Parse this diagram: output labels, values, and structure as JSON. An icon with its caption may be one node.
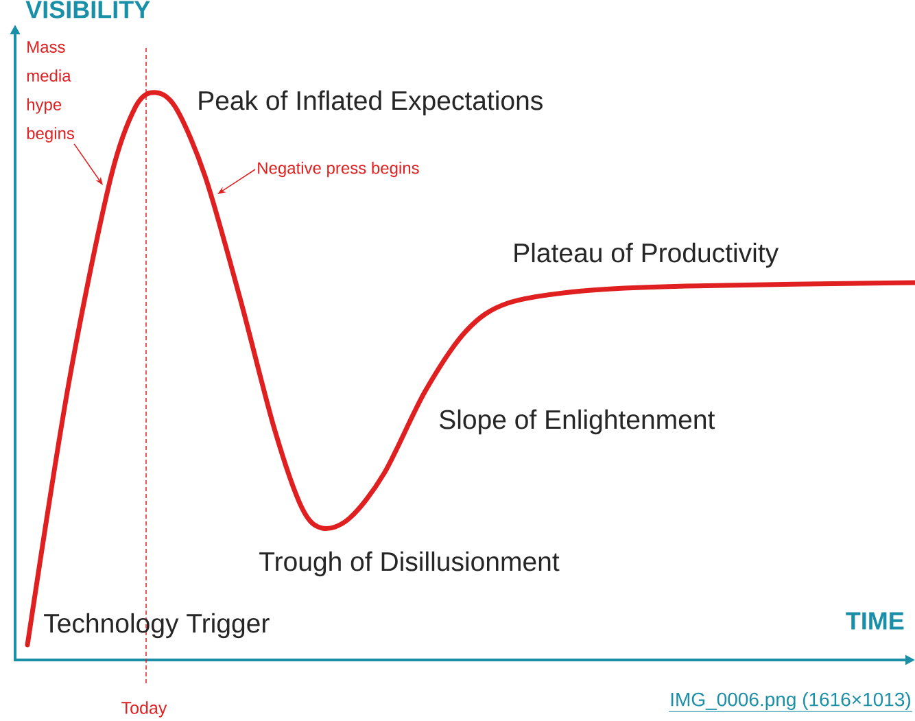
{
  "diagram": {
    "nodes": [
      {
        "text": [
          "Mass media hype begins"
        ]
      },
      {
        "text": [
          "Negative press begins"
        ]
      }
    ],
    "edges": [
      {
        "from": 0,
        "to": null,
        "arrow": "to"
      },
      {
        "from": 1,
        "to": null,
        "arrow": "to"
      }
    ],
    "labels": [
      "VISIBILITY",
      "Peak of Inflated Expectations",
      "Plateau of Productivity",
      "Slope of Enlightenment",
      "Trough of Disillusionment",
      "Technology Trigger",
      "TIME",
      "Today",
      "IMG_0006.png (1616×1013)"
    ]
  }
}
